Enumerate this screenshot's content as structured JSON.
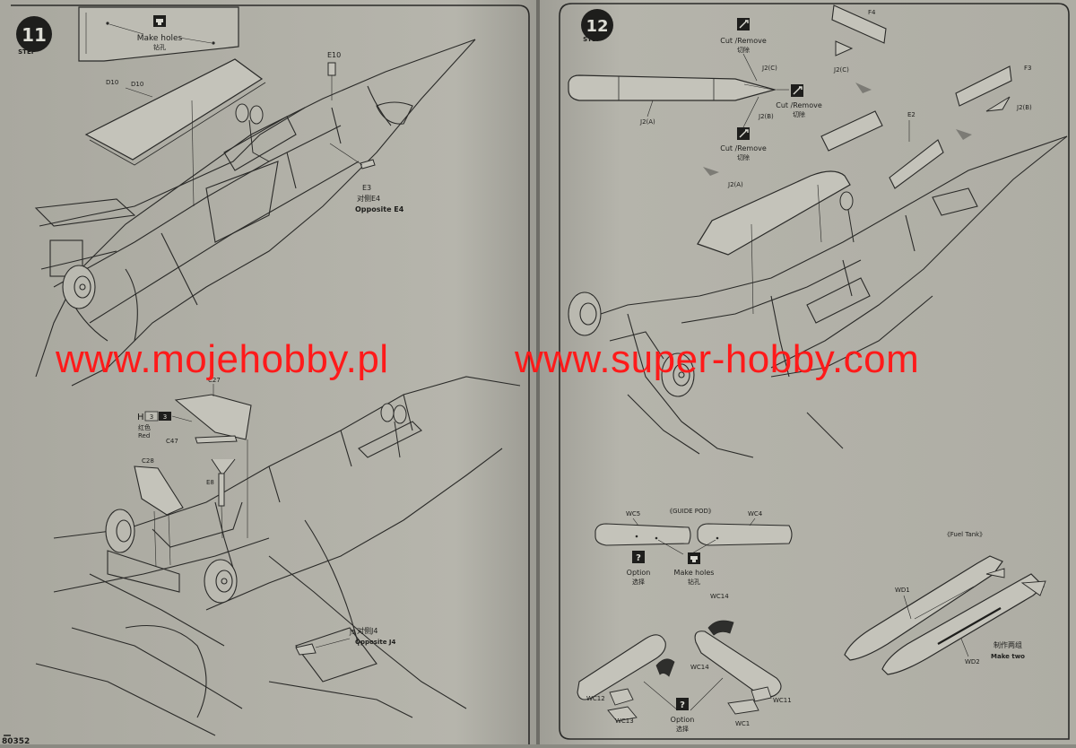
{
  "left_page": {
    "step_number": "11",
    "step_word": "STEP",
    "make_holes_en": "Make holes",
    "make_holes_cn": "钻孔",
    "parts": {
      "d10_a": "D10",
      "d10_b": "D10",
      "e10": "E10",
      "e3": "E3",
      "opp_e4_cn": "对侧E4",
      "opp_e4_en": "Opposite E4",
      "c27": "C27",
      "h": "H",
      "h_code_1": "3",
      "h_code_2": "3",
      "red_cn": "红色",
      "red_en": "Red",
      "c47": "C47",
      "c28": "C28",
      "e8": "E8",
      "j5": "J5",
      "opp_j4_cn": "对侧J4",
      "opp_j4_en": "Opposite J4"
    },
    "footer_code": "80352"
  },
  "right_page": {
    "step_number": "12",
    "step_word": "STEP",
    "cut_remove_en": "Cut /Remove",
    "cut_remove_cn": "切除",
    "parts": {
      "f4": "F4",
      "f3": "F3",
      "j2c_a": "J2(C)",
      "j2c_b": "J2(C)",
      "j2b_a": "J2(B)",
      "j2b_b": "J2(B)",
      "j2a_a": "J2(A)",
      "j2a_b": "J2(A)",
      "e2": "E2"
    },
    "guide_pod_title": "《GUIDE POD》",
    "wc5": "WC5",
    "wc4": "WC4",
    "option_en": "Option",
    "option_cn": "选择",
    "make_holes_en": "Make holes",
    "make_holes_cn": "钻孔",
    "wc14_a": "WC14",
    "wc14_b": "WC14",
    "wc12": "WC12",
    "wc13": "WC13",
    "wc11": "WC11",
    "wc1": "WC1",
    "fuel_tank_title": "《Fuel Tank》",
    "wd1": "WD1",
    "wd2": "WD2",
    "make_two_cn": "制作两组",
    "make_two_en": "Make two"
  },
  "watermark": {
    "left": "www.mojehobby.pl",
    "right": "www.super-hobby.com",
    "color": "#ff1a1a"
  },
  "colors": {
    "paper": "#b4b3aa",
    "line": "#2a2a28"
  },
  "icons": [
    "drill-icon",
    "cut-remove-icon",
    "question-icon",
    "arrow-icon"
  ]
}
